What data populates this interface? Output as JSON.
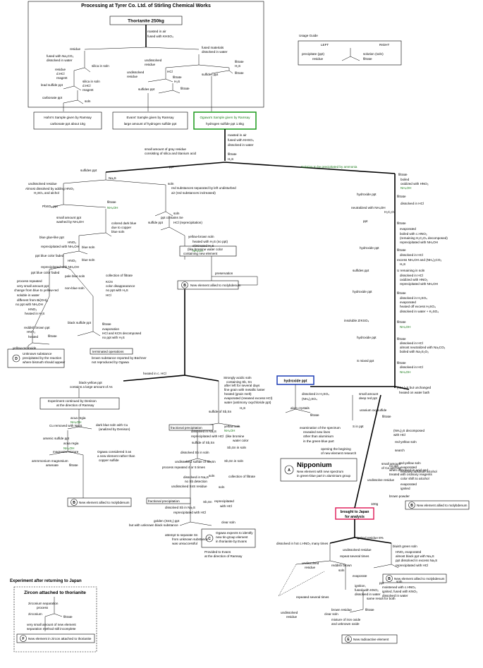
{
  "title": "Processing at Tyrer Co. Ltd. of Stirling Chemical Works",
  "start": "Thorianite 250kg",
  "usage_guide": {
    "title": "Usage Guide",
    "left": "LEFT",
    "right": "RIGHT",
    "left_items": [
      "precipitate (ppt)",
      "residue"
    ],
    "right_items": [
      "solution (soln)",
      "filtrate"
    ]
  },
  "top": {
    "roasted": "roasted in air",
    "fused": "fused with KHSO₄",
    "residue": "residue",
    "fused_mat": "fused materials",
    "fused_na": "fused with Na₂CO₃",
    "diss_water": "dissolved in water",
    "silica_soln": "silica in soln",
    "residue2": "residue",
    "dhcl": "d.HCl",
    "reagent": "reagent",
    "lead_sulfide": "lead sulfide ppt",
    "silica_soln2": "silica in soln",
    "dhcl2": "d.HCl",
    "reagent2": "reagent",
    "carbonate": "carbonate ppt",
    "soln": "soln",
    "undissolved": "undissolved",
    "residue3": "residue",
    "hcl": "HCl",
    "undiss_res": "undissolved",
    "residue4": "residue",
    "filtrate": "filtrate",
    "h2s": "H₂S",
    "sulfides": "sulfides ppt",
    "filtrate2": "filtrate",
    "diss_water2": "dissolved in water",
    "sulfides2": "sulfides ppt",
    "filtrate3": "filtrate",
    "h2s2": "H₂S",
    "filtrate4": "filtrate"
  },
  "samples": {
    "hahn_1": "Hahn's Sample given by Ramsay",
    "hahn_2": "carbonate ppt about 10g",
    "evans_1": "Evans' Sample given by Ramsay",
    "evans_2": "large amount of hydrogen sulfide ppt",
    "ogawa_1": "Ogawa's Sample given by Ramsay",
    "ogawa_2": "hydrogen sulfide ppt 1.5kg"
  },
  "mid": {
    "roasted": "roasted in air",
    "fused": "fused with KHSO₄",
    "diss": "dissolved in water",
    "gray_1": "small amount of gray residue",
    "gray_2": "consisting of silica and titanium acid",
    "filtrate": "filtrate",
    "h2s": "H₂S",
    "sulfides": "sulfides ppt",
    "ppt": "ppt",
    "ammonia": "Solution to be precipitated by ammonia",
    "na2s": "Na₂S"
  },
  "left_branch": [
    "undissolved residue",
    "Almost dissolved by adding HNO₃",
    "H₂SO₄ and alchol",
    "PbSO₄ ppt",
    "filtrate",
    "NH₄OH",
    "small amount ppt",
    "washed by NH₄OH",
    "colored dark blue",
    "due to copper",
    "blue soln",
    "blue glue-like ppt",
    "HNO₃",
    "blue soln",
    "reprecipitated with NH₄OH",
    "ppt blue color faded",
    "HNO₃",
    "blue soln",
    "reprecipitated with NH₄OH",
    "ppt blue color faded",
    "pale blue soln",
    "process repeated",
    "very small amount ppt",
    "change from blue to yellow-red",
    "soluble in water",
    "different from Bi(OH)₃",
    "non-blue soln",
    "no ppt with NH₄OH",
    "HNO₃",
    "heated in H₂S",
    "reddish brown ppt",
    "HNO₃",
    "heated",
    "filtrate",
    "yellow-red oxide",
    "collection of filtrate",
    "KCN",
    "color disappearance",
    "no ppt with H₂S",
    "HCl",
    "black sulfide ppt",
    "filtrate",
    "evaporation",
    "HCl and KCN decomposed",
    "no ppt with H₂S",
    "terminated operations",
    "brown substance reported by Büchner",
    "not reproduced by Ogawa"
  ],
  "center_branch": [
    "soln",
    "red substances separated by left undisturbed",
    "air (red substances inclreased)",
    "ppt contains Se",
    "soln",
    "HCl (reprecipitation)",
    "sulfide ppt",
    "yellow-brown soln",
    "heated with H₂S (no ppt)",
    "eliminated H₂S",
    "NH₄OH",
    "(like bromine water color",
    "containing new element",
    "preservation"
  ],
  "unknown_d": [
    "Unknown substance",
    "precipitated by the reaction",
    "where bismuth should appear"
  ],
  "new_b": "New element allied to molybdenum",
  "right_branch": [
    "filtrate",
    "boiled",
    "oxidized with HNO₃",
    "NH₄OH",
    "hydroxide ppt",
    "filtrate",
    "dissolved in HCl",
    "neutralized with NH₄OH",
    "H₂C₂O₄",
    "ppt",
    "filtrate",
    "evaporated",
    "boiled with c.HNO₃",
    "(remaining H₂C₂O₄ decomposed)",
    "reprecipitated with NH₄OH",
    "hydroxide ppt",
    "filtrate",
    "dissolved in HCl",
    "excess NH₄OH and (NH₄)₂CO₃",
    "H₂S",
    "sulfides ppt",
    "U remaining in soln",
    "dissolved in HCl",
    "oxidized with HNO₃",
    "reprecipitated with NH₄OH",
    "hydroxide ppt",
    "filtrate",
    "dissolved in H₂SO₄",
    "evaporated",
    "heated off excess H₂SO₄",
    "dissolved in water + K₂SO₄",
    "insoluble ZrKSO₄",
    "filtrate",
    "NH₄OH",
    "hydroxide ppt",
    "filtrate",
    "dissolved in HCl",
    "almost neutralized with Na₂CO₃",
    "boiled with Na₂S₂O₃",
    "S mixed ppt",
    "filtrate",
    "dissolved in HCl",
    "NH₄OH"
  ],
  "hydroxide_box": "hydroxide ppt",
  "lower_right": [
    "dissolved in H₂SO₄",
    "(NH₄)₂SO₄",
    "(NH₄)₂S but unchanged",
    "heated on water bath",
    "small amount",
    "deep red ppt",
    "alum crystals",
    "filtrate",
    "uranium oxysulfide",
    "filtrate",
    "(NH₄)₂S decomposed",
    "with HCl",
    "examination of the spectrum",
    "revealed new lines",
    "other than aluminium",
    "in the green-blue part",
    "red-yellow soln",
    "search",
    "S in ppt",
    "small amount",
    "of Ca and Mg",
    "red-yellow soln",
    "evaporated",
    "exsiated absolute alcohol",
    "opening the begining",
    "of new element research",
    "undissolve residue",
    "color shift to alcohol",
    "evaporated",
    "ignited",
    "brown powder",
    "no ppt",
    "when dissolved in acid and",
    "treated with ordinary reagents"
  ],
  "nipponium": {
    "title": "Nipponium",
    "desc_1": "New element with new spectrum",
    "desc_2": "in green-blue part in aluminium group"
  },
  "japan": {
    "line1": "brought to Japan",
    "line2": "for analysis",
    "amount": "100g"
  },
  "lower_center": [
    "heated in c. HCl",
    "Strongly acidic soln",
    "containing Sb, Sn",
    "black-yellow ppt",
    "contains a large amount of As",
    "Experiment continued by Denison",
    "at the direction of Ramsay",
    "acua regia",
    "NH₄OH",
    "Cu removed with Na₂S",
    "dark blue soln with Cu",
    "(analized by Denison)",
    "arsenic sulfide ppt",
    "acua regia",
    "NH₄OH",
    "magnesia mixture",
    "Ogawa considered it as",
    "a new element rather than",
    "copper sulfide",
    "ammmonium magnesium",
    "arsenate",
    "filtrate",
    "after left for several days",
    "fine grain with metallic luster",
    "heated (grain melt)",
    "evaporated (reeased excess HCl)",
    "water (antimony oxychloride ppt)",
    "H₂S",
    "sulfide of Sb,Sn",
    "fractional precipitation",
    "yellow soln",
    "NH₄OH",
    "(like bromine",
    "water color",
    "dissolved in Na₂S",
    "reprecipitated with HCl",
    "sulfide of Sb,Sn",
    "Sb,Sn in soln",
    "dissolved Sb in soln",
    "undissolved sulfide of Sb,Sn",
    "Sb,Sn in soln",
    "process repeated 4 or 5 times",
    "dissolved in Na₂S",
    "no Sb detection",
    "soln",
    "undissolved SnS residue",
    "soln",
    "collection of filtrate",
    "fractional precipitation",
    "Sb,Sn",
    "dissolved Sb in Na₂S",
    "reprecipitated with HCl",
    "reprecipitated",
    "with HCl",
    "clear soln",
    "golden (SnS₂) ppt",
    "but with unknown black substance",
    "attempt to separate Sn",
    "from unknown substance",
    "was unsuccessful",
    "Provided to Evans",
    "at the direction of Ramsay"
  ],
  "new_c": [
    "Ogawa expects to identify",
    "new tin-group element",
    "in thorianite by Evans"
  ],
  "bottom_right": [
    "ignited,residue 8%",
    "dissolved in hot c.HNO₃ many times",
    "undissolved residue",
    "bluish green soln",
    "repeat several times",
    "HNO₃ evaporated",
    "almost black ppt with Na₂S",
    "ppt dissolved in excess Na₂S",
    "reprecipitated with HCl",
    "undissolved",
    "residue",
    "reddish brown",
    "soln",
    "evaporate",
    "ignition,",
    "fused with KNO₃",
    "dissolved in water",
    "ppt",
    "soln",
    "moistened with c.HNO₃",
    "ignited, fused with KNO₃",
    "dissolved in water",
    "repeated several times",
    "same result for both",
    "brown residue",
    "filtrate",
    "undissolved",
    "residue",
    "clear soln",
    "mixture of iron oxide",
    "and unknown oxide"
  ],
  "new_e": "New radioactive element",
  "japan_exp": {
    "title": "Experiment after returning to Japan",
    "zircon": "Zircon attached to thorianite",
    "lines": [
      "zirconium separation",
      "process",
      "zirconium",
      "filtrate",
      "very small amount of new element",
      "separation method still incomplete"
    ],
    "new_f": "New element in zircon attached to thorianite"
  },
  "letters": {
    "A": "A",
    "B": "B",
    "C": "C",
    "D": "D",
    "E": "E",
    "F": "F"
  },
  "colors": {
    "green": "#1a7a1a",
    "blue_box": "#1f3fb5",
    "red_box": "#e0245e",
    "ogawa_box": "#1a9a1a"
  }
}
